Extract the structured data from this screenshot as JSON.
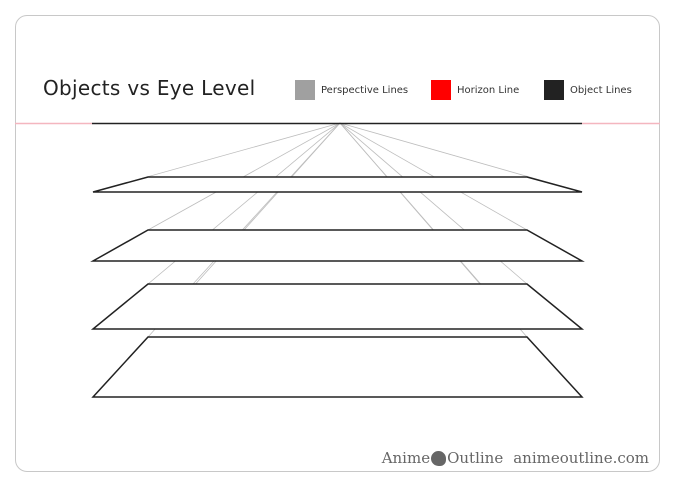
{
  "title": "Objects vs Eye Level",
  "legend": [
    {
      "label": "Perspective Lines",
      "color": "#a0a0a0"
    },
    {
      "label": "Horizon Line",
      "color": "#ff0000"
    },
    {
      "label": "Object Lines",
      "color": "#222222"
    }
  ],
  "footer": {
    "brand_left": "Anime",
    "brand_right": "Outline",
    "site": "animeoutline.com"
  }
}
